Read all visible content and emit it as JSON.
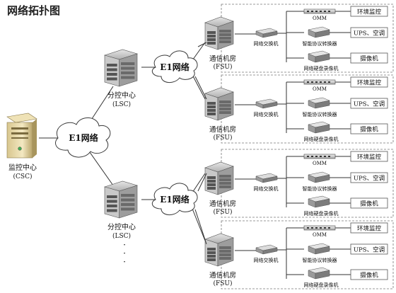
{
  "title": "网络拓扑图",
  "csc": {
    "line1": "监控中心",
    "line2": "(CSC)"
  },
  "lsc": {
    "line1": "分控中心",
    "line2": "(LSC)"
  },
  "e1_network": "E1网络",
  "fsu": {
    "line1": "通信机房",
    "line2": "(FSU)"
  },
  "switch_label": "网络交换机",
  "omm_label": "OMM",
  "converter_label": "智能协议转换器",
  "nvr_label": "网络硬盘录像机",
  "endpoints": {
    "env": "环境监控",
    "ups": "UPS、空调",
    "camera": "摄像机"
  },
  "ellipsis": "·  ·  ·",
  "colors": {
    "line": "#333333",
    "cloud_stroke": "#3a3a3a",
    "server_gray": "#b8b8b8",
    "dashed": "#777777"
  }
}
